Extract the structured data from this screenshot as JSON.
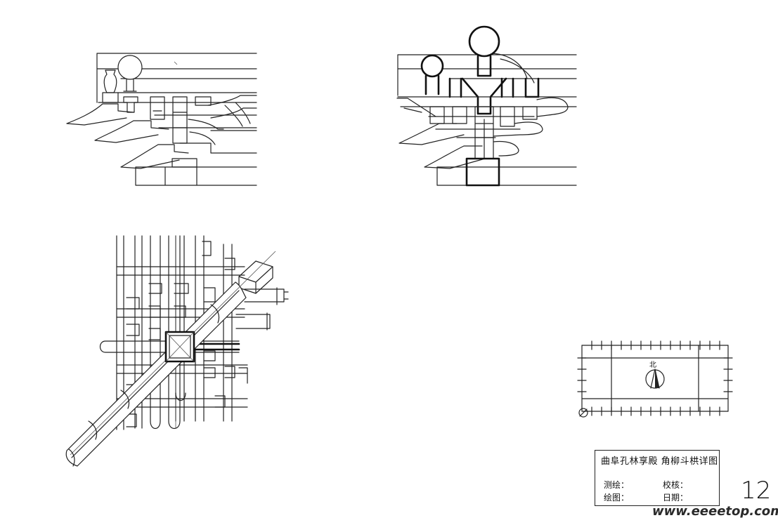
{
  "title_block": {
    "title": "曲阜孔林享殿 角柳斗栱详图",
    "measured_label": "测绘：",
    "proofread_label": "校核：",
    "drawn_label": "绘图：",
    "date_label": "日期："
  },
  "north_arrow": {
    "label": "北"
  },
  "page_number": "12",
  "watermark": "www.eeeetop.com"
}
